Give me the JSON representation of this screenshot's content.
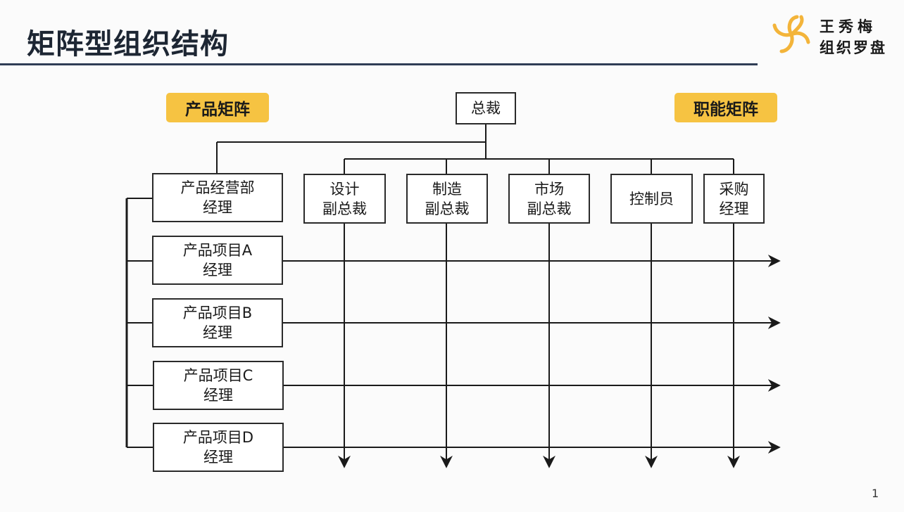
{
  "slide": {
    "title": "矩阵型组织结构",
    "page_number": "1"
  },
  "logo": {
    "line1": "王秀梅",
    "line2": "组织罗盘",
    "color": "#f3b43a"
  },
  "tags": {
    "product_matrix": "产品矩阵",
    "functional_matrix": "职能矩阵",
    "color": "#f6c342"
  },
  "nodes": {
    "ceo": "总裁",
    "product_ops_manager": "产品经营部\n经理",
    "design_vp": "设计\n副总裁",
    "manufacturing_vp": "制造\n副总裁",
    "marketing_vp": "市场\n副总裁",
    "controller": "控制员",
    "procurement_manager": "采购\n经理",
    "project_a_manager": "产品项目A\n经理",
    "project_b_manager": "产品项目B\n经理",
    "project_c_manager": "产品项目C\n经理",
    "project_d_manager": "产品项目D\n经理"
  }
}
